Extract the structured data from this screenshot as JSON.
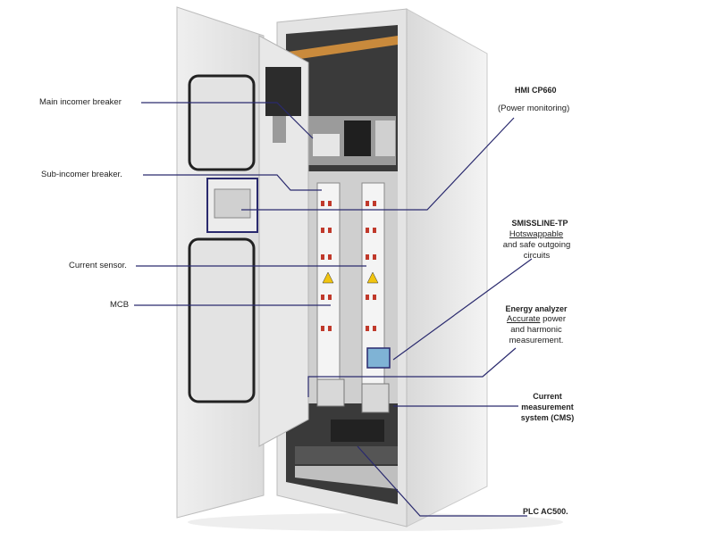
{
  "labels_left": {
    "main_incomer": "Main incomer breaker",
    "sub_incomer": "Sub-incomer breaker.",
    "current_sensor": "Current sensor.",
    "mcb": "MCB"
  },
  "labels_right": {
    "hmi_title": "HMI CP660",
    "hmi_desc": "(Power monitoring)",
    "smissline_title": "SMISSLINE-TP",
    "smissline_link": "Hotswappable",
    "smissline_desc1": "and safe outgoing",
    "smissline_desc2": "circuits",
    "energy_title": "Energy analyzer",
    "energy_link": "Accurate",
    "energy_desc1": " power",
    "energy_desc2": "and harmonic",
    "energy_desc3": "measurement.",
    "cms_line1": "Current",
    "cms_line2": "measurement",
    "cms_line3": "system (CMS)",
    "plc_title": "PLC AC500."
  },
  "colors": {
    "leader_line": "#2a2a6e",
    "cabinet_body": "#e9e9e9",
    "panel_dark": "#2b2b2b",
    "copper": "#c98a3c"
  }
}
